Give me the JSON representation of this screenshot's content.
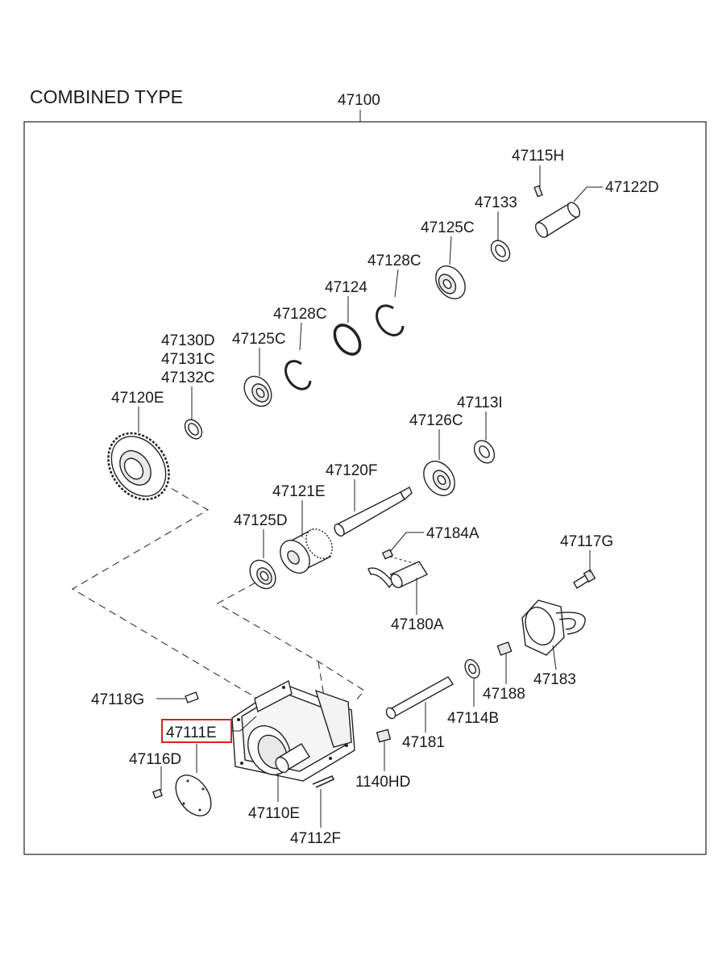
{
  "title": "COMBINED TYPE",
  "assembly_number": "47100",
  "highlighted_part": "47111E",
  "parts": {
    "p47115H": "47115H",
    "p47122D": "47122D",
    "p47133": "47133",
    "p47125C_a": "47125C",
    "p47128C_a": "47128C",
    "p47124": "47124",
    "p47128C_b": "47128C",
    "p47125C_b": "47125C",
    "p47130D": "47130D",
    "p47131C": "47131C",
    "p47132C": "47132C",
    "p47120E": "47120E",
    "p47113I": "47113I",
    "p47126C": "47126C",
    "p47120F": "47120F",
    "p47121E": "47121E",
    "p47125D": "47125D",
    "p47184A": "47184A",
    "p47117G": "47117G",
    "p47180A": "47180A",
    "p47183": "47183",
    "p47188": "47188",
    "p47114B": "47114B",
    "p47118G": "47118G",
    "p47111E": "47111E",
    "p47116D": "47116D",
    "p47181": "47181",
    "p1140HD": "1140HD",
    "p47110E": "47110E",
    "p47112F": "47112F"
  }
}
